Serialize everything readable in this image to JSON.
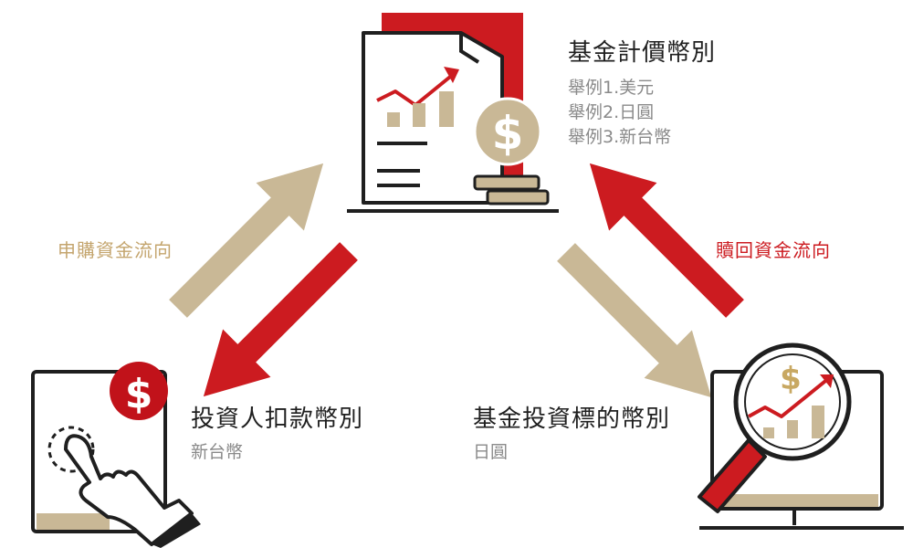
{
  "colors": {
    "red": "#cc1b20",
    "gold": "#c9b896",
    "dark": "#1f1f1f",
    "gray": "#8a8a8a",
    "coin_gold": "#c8a862"
  },
  "fund_currency": {
    "title": "基金計價幣別",
    "examples": [
      "舉例1.美元",
      "舉例2.日圓",
      "舉例3.新台幣"
    ]
  },
  "subscription_flow_label": "申購資金流向",
  "redemption_flow_label": "贖回資金流向",
  "investor_currency": {
    "title": "投資人扣款幣別",
    "value": "新台幣"
  },
  "target_currency": {
    "title": "基金投資標的幣別",
    "value": "日圓"
  },
  "icons": {
    "top": "fund-document-coins-icon",
    "bottom_left": "tablet-tap-dollar-icon",
    "bottom_right": "monitor-magnifier-chart-icon"
  }
}
